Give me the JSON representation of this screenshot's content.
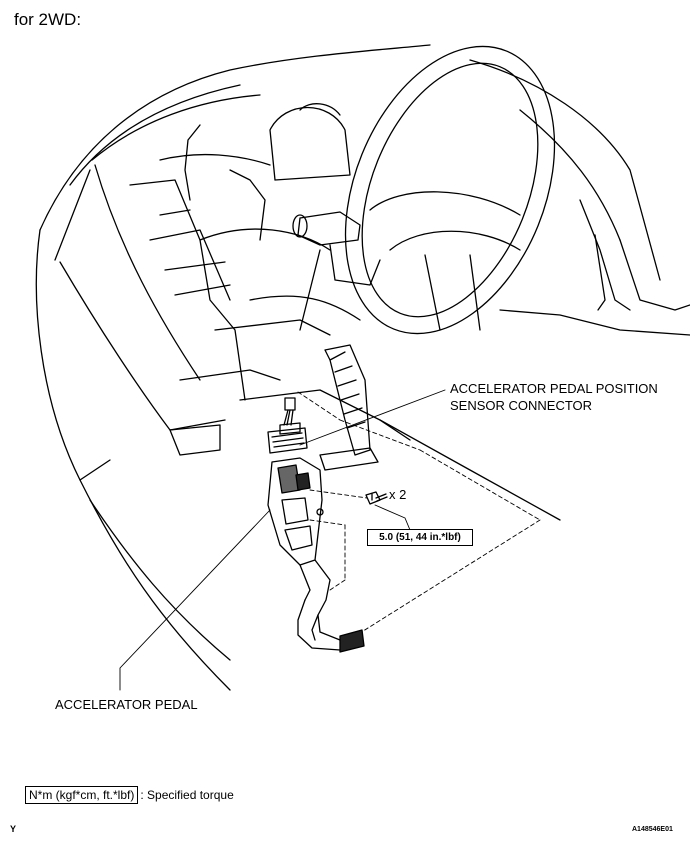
{
  "heading": "for 2WD:",
  "labels": {
    "sensor_connector_line1": "ACCELERATOR PEDAL POSITION",
    "sensor_connector_line2": "SENSOR CONNECTOR",
    "accelerator_pedal": "ACCELERATOR PEDAL",
    "bolt_quantity": "x 2",
    "torque_value": "5.0 (51, 44 in.*lbf)"
  },
  "legend": {
    "unit_box": "N*m (kgf*cm, ft.*lbf)",
    "description": ": Specified torque"
  },
  "footer": {
    "corner_mark": "Y",
    "figure_id": "A148546E01"
  }
}
